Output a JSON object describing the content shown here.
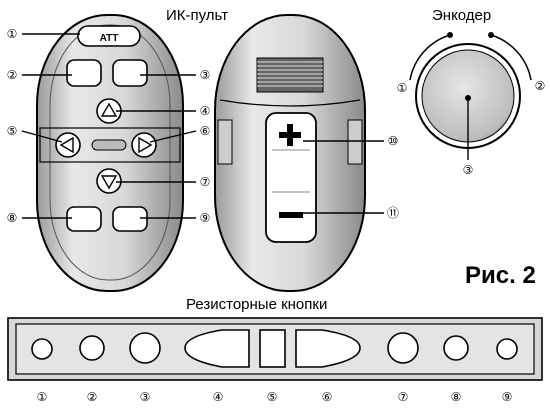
{
  "titles": {
    "ir_remote": "ИК-пульт",
    "encoder": "Энкодер",
    "resistor_buttons": "Резисторные кнопки",
    "figure": "Рис. 2"
  },
  "buttons": {
    "att": "ATT",
    "plus": "+",
    "minus": "−"
  },
  "callouts": {
    "ir": [
      "①",
      "②",
      "③",
      "④",
      "⑤",
      "⑥",
      "⑦",
      "⑧",
      "⑨"
    ],
    "rocker": [
      "⑩",
      "⑪"
    ],
    "encoder": [
      "①",
      "②",
      "③"
    ],
    "strip": [
      "①",
      "②",
      "③",
      "④",
      "⑤",
      "⑥",
      "⑦",
      "⑧",
      "⑨"
    ]
  }
}
